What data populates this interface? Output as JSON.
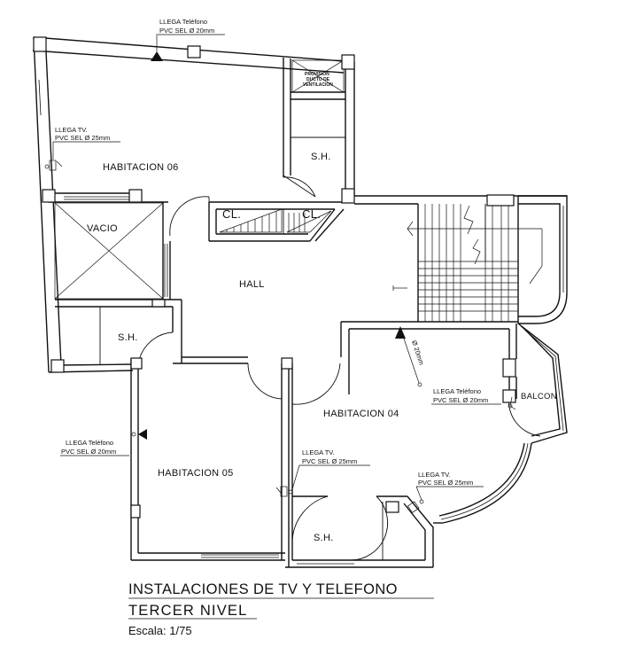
{
  "rooms": {
    "hab06": "HABITACION 06",
    "vacio": "VACIO",
    "hall": "HALL",
    "sh_left": "S.H.",
    "sh_top": "S.H.",
    "sh_bottom": "S.H.",
    "cl1": "CL.",
    "cl2": "CL.",
    "hab05": "HABITACION 05",
    "hab04": "HABITACION 04",
    "balcon": "BALCON"
  },
  "annotations": {
    "tel_top_1": "LLEGA Teléfono",
    "tel_top_2": "PVC SEL Ø 20mm",
    "tv_left_1": "LLEGA TV.",
    "tv_left_2": "PVC SEL Ø 25mm",
    "duct_1": "PROVISION",
    "duct_2": "DUCTO DE",
    "duct_3": "VENTILACION",
    "tel_hab04_1": "LLEGA Teléfono",
    "tel_hab04_2": "PVC SEL Ø 20mm",
    "tel_hab05_1": "LLEGA Teléfono",
    "tel_hab05_2": "PVC SEL Ø 20mm",
    "tv_mid_1": "LLEGA TV.",
    "tv_mid_2": "PVC SEL Ø 25mm",
    "tv_right_1": "LLEGA TV.",
    "tv_right_2": "PVC SEL Ø 25mm",
    "conduit_diag": "Ø 20mm"
  },
  "title": {
    "line1": "INSTALACIONES DE TV Y TELEFONO",
    "line2": "TERCER  NIVEL",
    "scale": "Escala: 1/75"
  }
}
